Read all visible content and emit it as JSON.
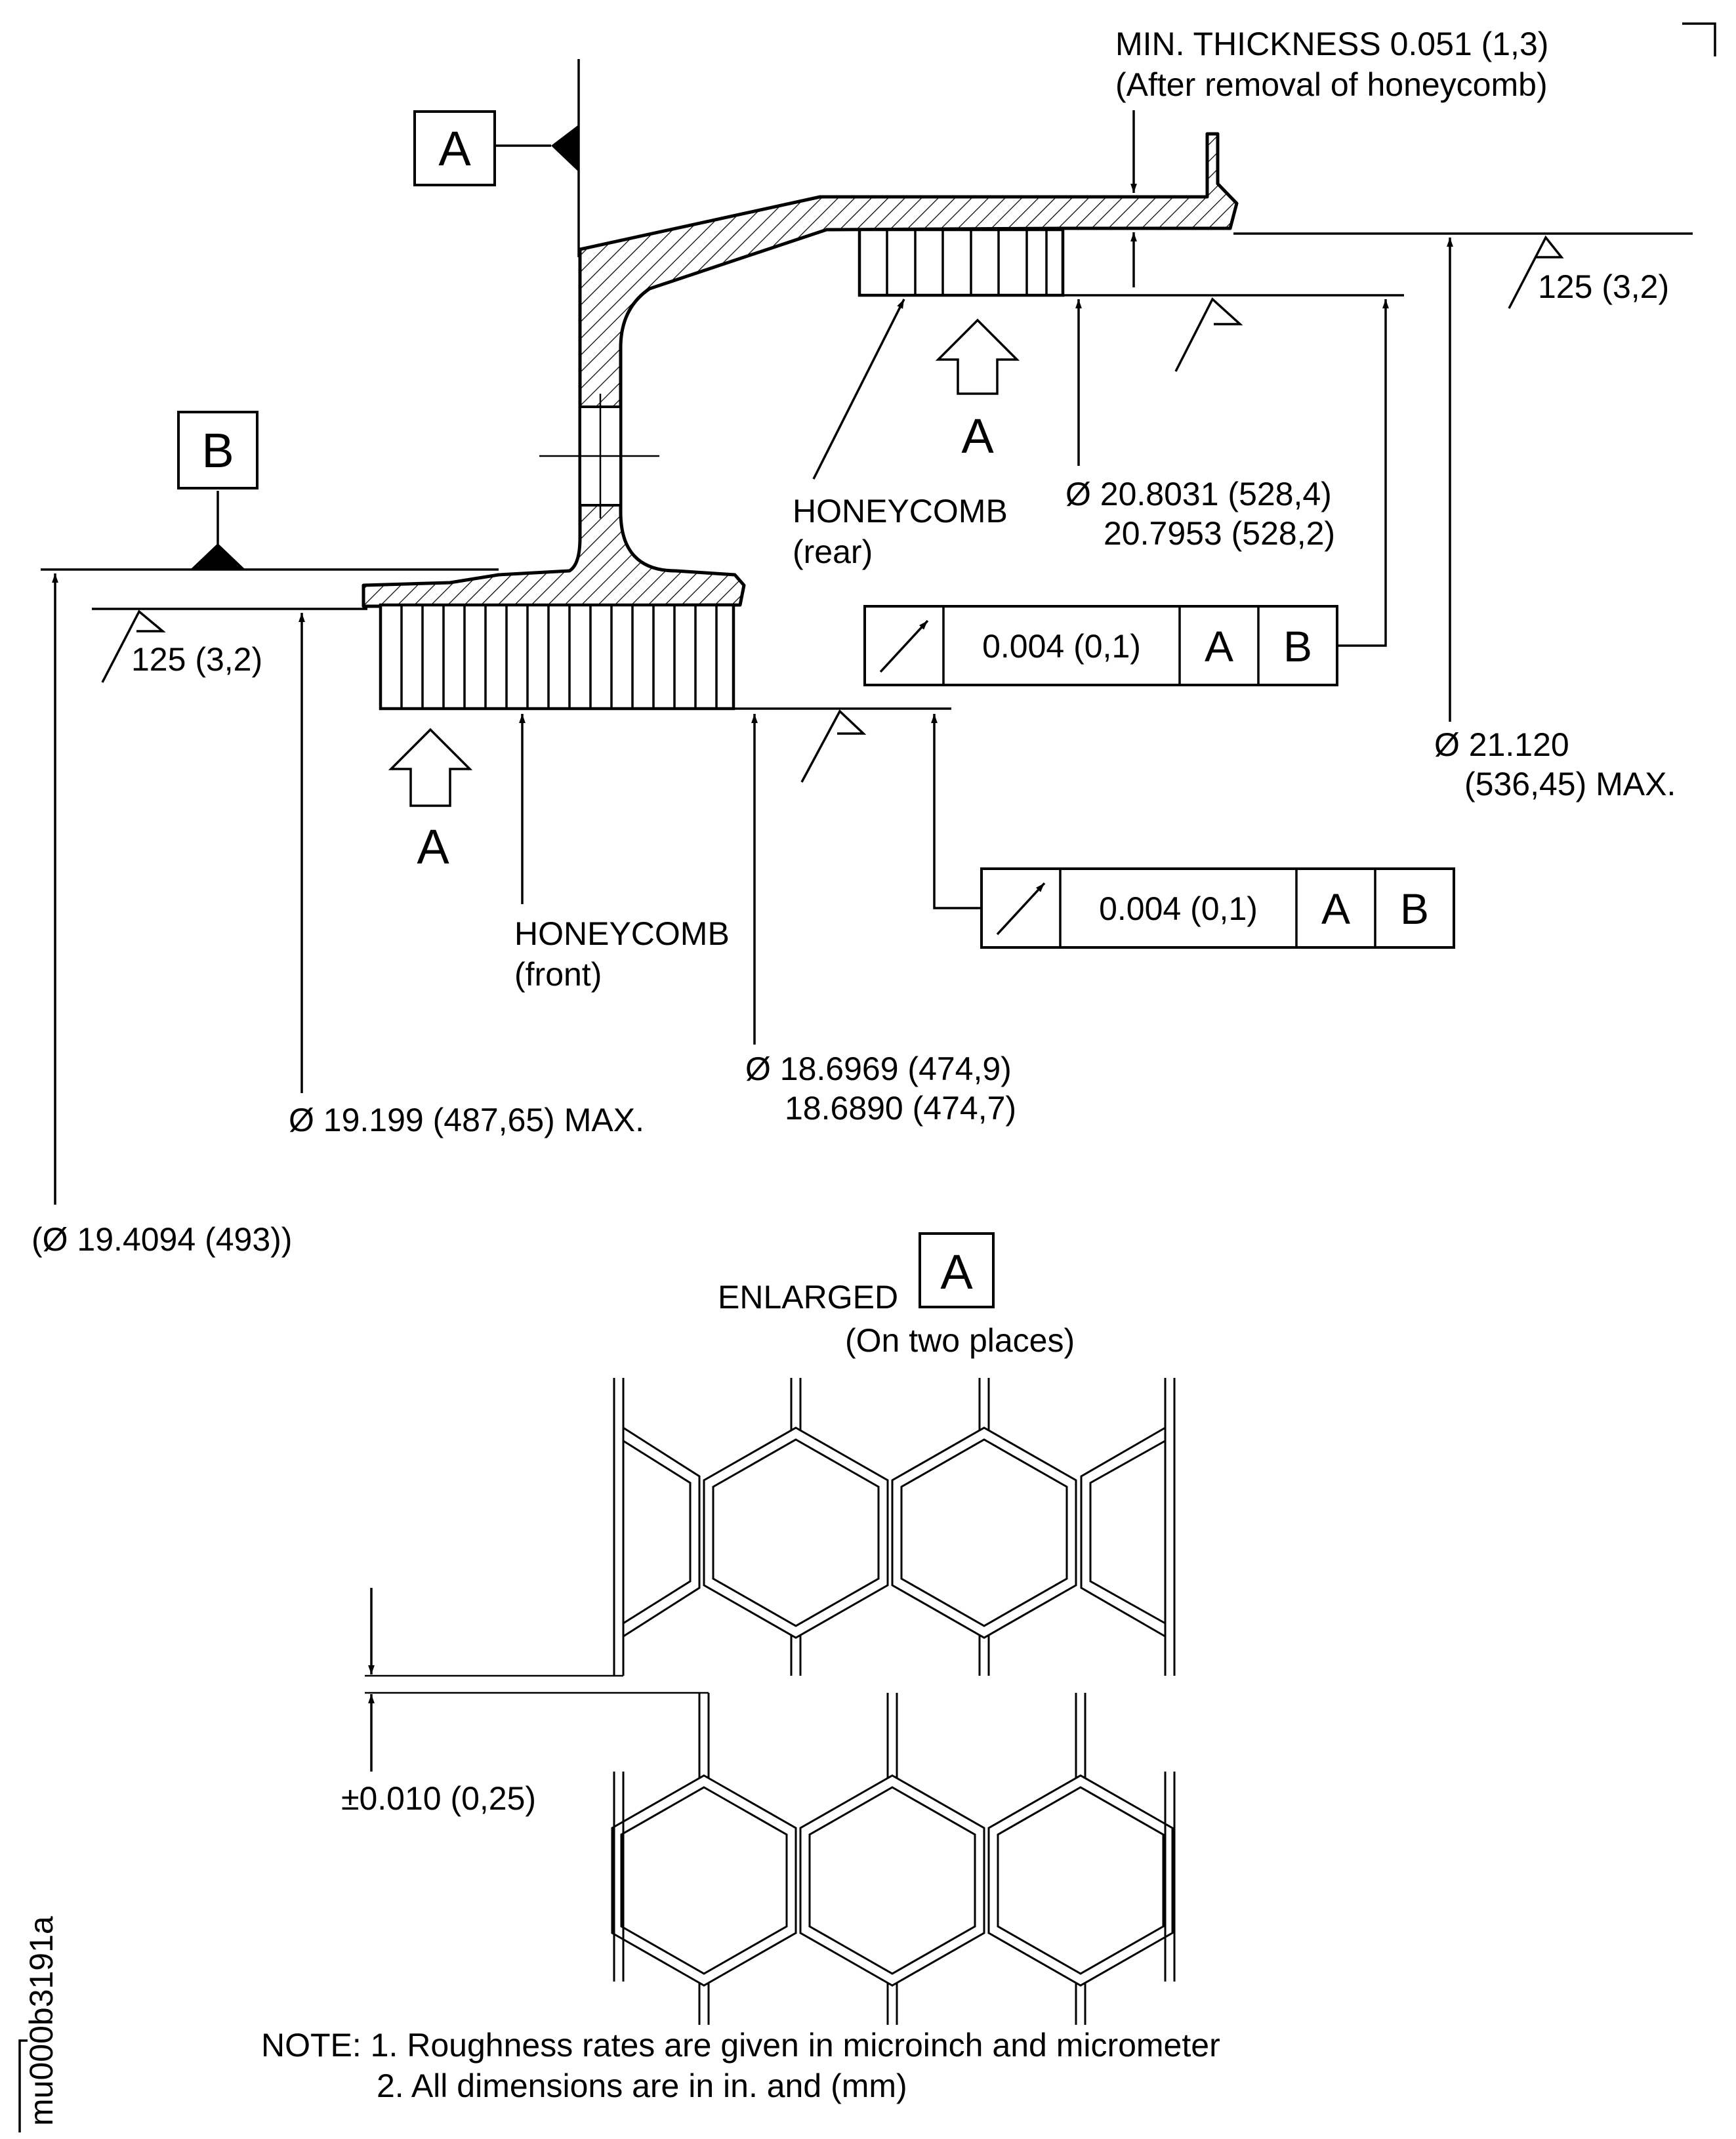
{
  "labels": {
    "min_thickness_line1": "MIN. THICKNESS 0.051 (1,3)",
    "min_thickness_line2": "(After removal of honeycomb)",
    "datum_a": "A",
    "datum_b": "B",
    "roughness_top_right": "125 (3,2)",
    "roughness_left": "125 (3,2)",
    "view_a_rear": "A",
    "view_a_front": "A",
    "honeycomb_rear_line1": "HONEYCOMB",
    "honeycomb_rear_line2": "(rear)",
    "honeycomb_front_line1": "HONEYCOMB",
    "honeycomb_front_line2": "(front)",
    "dia_rear_line1": "Ø 20.8031 (528,4)",
    "dia_rear_line2": "20.7953 (528,2)",
    "dia_outer_line1": "Ø 21.120",
    "dia_outer_line2": "(536,45) MAX.",
    "dia_front_line1": "Ø 18.6969 (474,9)",
    "dia_front_line2": "18.6890 (474,7)",
    "dia_flange": "Ø 19.199 (487,65) MAX.",
    "dia_ref": "(Ø 19.4094 (493))",
    "enlarged": "ENLARGED",
    "enlarged_box": "A",
    "enlarged_sub": "(On two places)",
    "offset_tolerance": "±0.010 (0,25)",
    "note_line1": "NOTE: 1. Roughness rates are given in microinch and micrometer",
    "note_line2": "2. All dimensions are in in. and (mm)",
    "figure_id": "mu000b3191a"
  },
  "runout_frames": [
    {
      "tolerance": "0.004 (0,1)",
      "datum1": "A",
      "datum2": "B"
    },
    {
      "tolerance": "0.004 (0,1)",
      "datum1": "A",
      "datum2": "B"
    }
  ]
}
